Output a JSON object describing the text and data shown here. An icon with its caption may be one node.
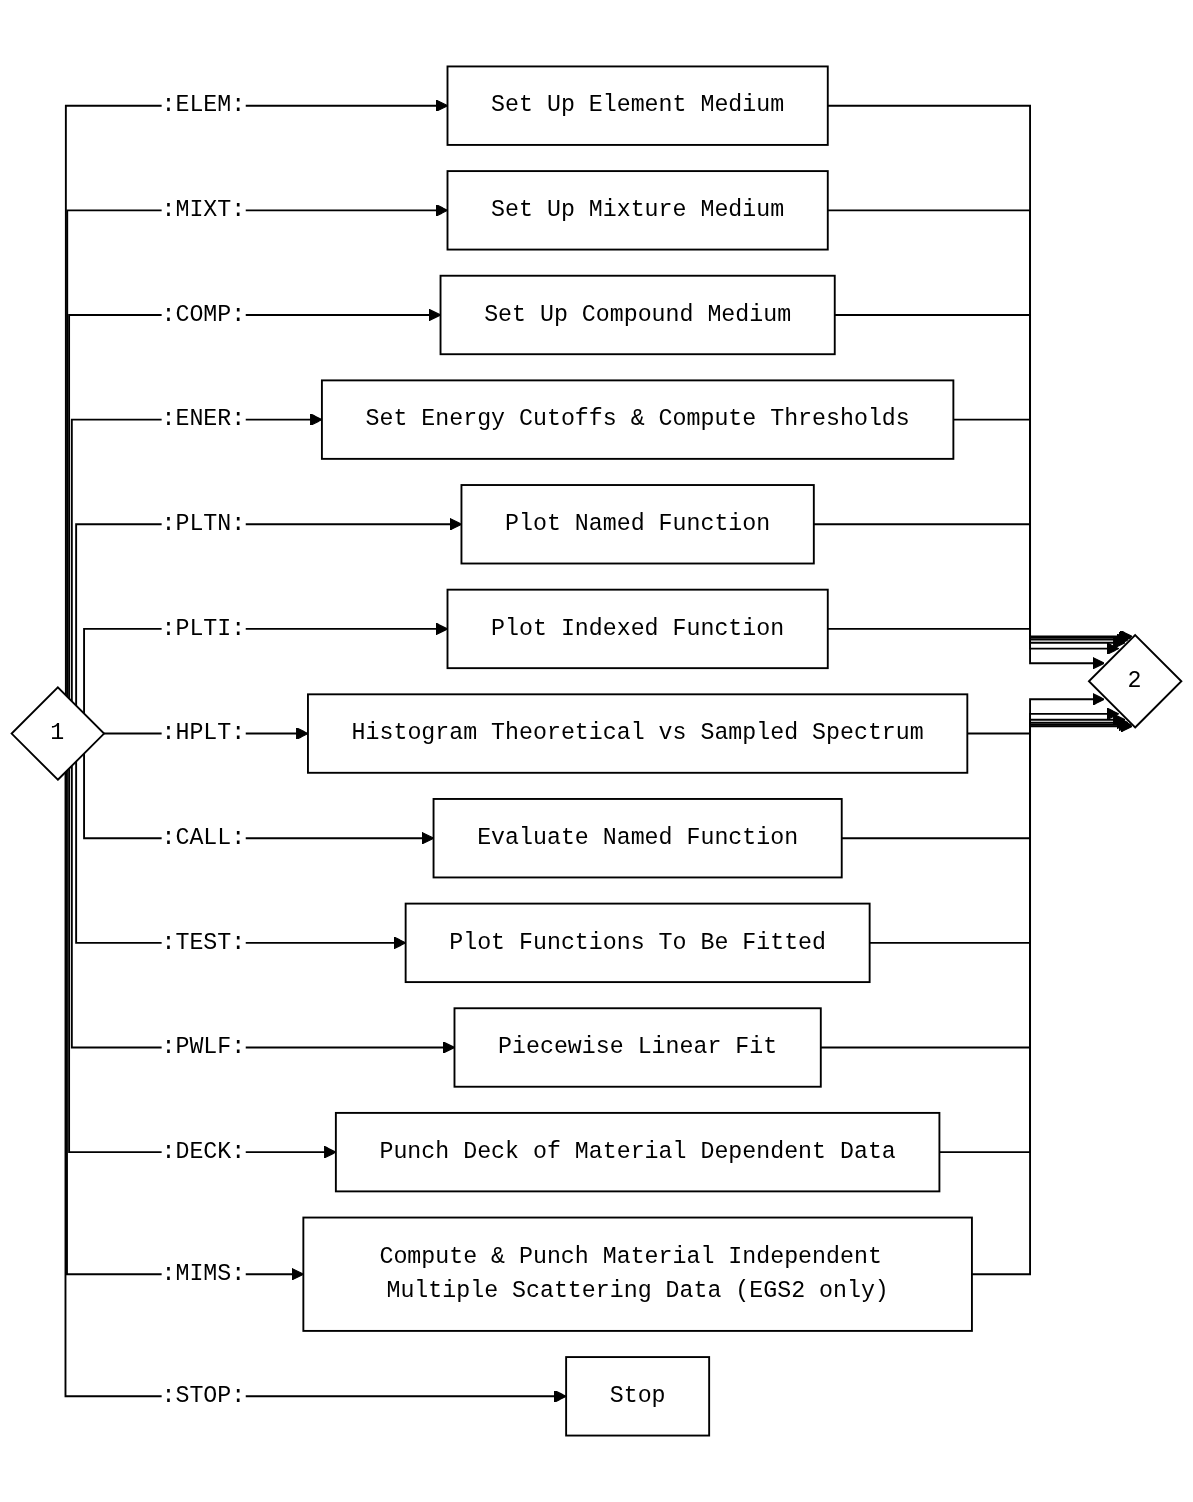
{
  "diagram": {
    "nodes": [
      {
        "text": [
          "1"
        ]
      },
      {
        "text": [
          "2"
        ]
      },
      {
        "text": [
          "Set Up Element Medium"
        ]
      },
      {
        "text": [
          "Set Up Mixture Medium"
        ]
      },
      {
        "text": [
          "Set Up Compound Medium"
        ]
      },
      {
        "text": [
          "Set Energy Cutoffs & Compute Thresholds"
        ]
      },
      {
        "text": [
          "Plot Named Function"
        ]
      },
      {
        "text": [
          "Plot Indexed Function"
        ]
      },
      {
        "text": [
          "Histogram Theoretical vs Sampled Spectrum"
        ]
      },
      {
        "text": [
          "Evaluate Named Function"
        ]
      },
      {
        "text": [
          "Plot Functions To Be Fitted"
        ]
      },
      {
        "text": [
          "Piecewise Linear Fit"
        ]
      },
      {
        "text": [
          "Punch Deck of Material Dependent Data"
        ]
      },
      {
        "text": [
          "Compute & Punch Material Independent Multiple Scattering Data (EGS2 only)"
        ]
      },
      {
        "text": [
          "Stop"
        ]
      }
    ],
    "edges": [
      {
        "from": 0,
        "to": 2,
        "arrow": "to",
        "label": ":ELEM:"
      },
      {
        "from": 0,
        "to": 3,
        "arrow": "to",
        "label": ":MIXT:"
      },
      {
        "from": 0,
        "to": 4,
        "arrow": "to",
        "label": ":COMP:"
      },
      {
        "from": 0,
        "to": 5,
        "arrow": "to",
        "label": ":ENER:"
      },
      {
        "from": 0,
        "to": 6,
        "arrow": "to",
        "label": ":PLTN:"
      },
      {
        "from": 0,
        "to": 7,
        "arrow": "to",
        "label": ":PLTI:"
      },
      {
        "from": 0,
        "to": 8,
        "arrow": "to",
        "label": ":HPLT:"
      },
      {
        "from": 0,
        "to": 9,
        "arrow": "to",
        "label": ":CALL:"
      },
      {
        "from": 0,
        "to": 10,
        "arrow": "to",
        "label": ":TEST:"
      },
      {
        "from": 0,
        "to": 11,
        "arrow": "to",
        "label": ":PWLF:"
      },
      {
        "from": 0,
        "to": 12,
        "arrow": "to",
        "label": ":DECK:"
      },
      {
        "from": 0,
        "to": 13,
        "arrow": "to",
        "label": ":MIMS:"
      },
      {
        "from": 0,
        "to": 14,
        "arrow": "to",
        "label": ":STOP:"
      },
      {
        "from": 2,
        "to": 1,
        "arrow": "to"
      },
      {
        "from": 3,
        "to": 1,
        "arrow": "to"
      },
      {
        "from": 4,
        "to": 1,
        "arrow": "to"
      },
      {
        "from": 5,
        "to": 1,
        "arrow": "to"
      },
      {
        "from": 6,
        "to": 1,
        "arrow": "to"
      },
      {
        "from": 7,
        "to": 1,
        "arrow": "to"
      },
      {
        "from": 8,
        "to": 1,
        "arrow": "to"
      },
      {
        "from": 9,
        "to": 1,
        "arrow": "to"
      },
      {
        "from": 10,
        "to": 1,
        "arrow": "to"
      },
      {
        "from": 11,
        "to": 1,
        "arrow": "to"
      },
      {
        "from": 12,
        "to": 1,
        "arrow": "to"
      },
      {
        "from": 13,
        "to": 1,
        "arrow": "to"
      }
    ]
  }
}
